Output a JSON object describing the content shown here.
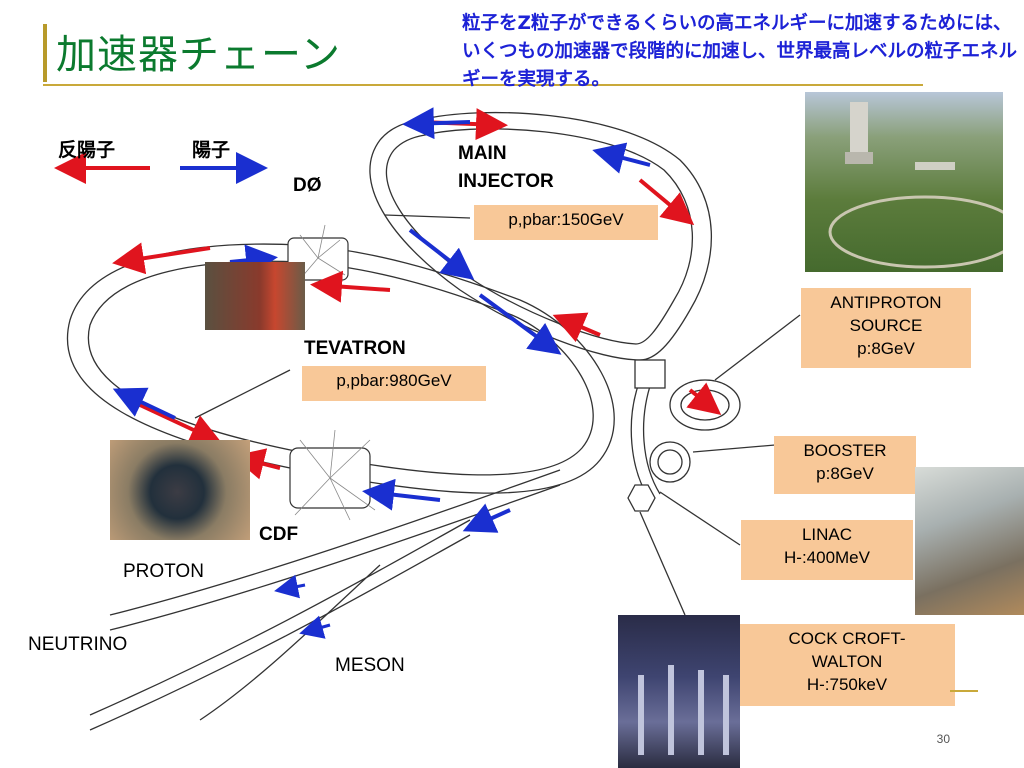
{
  "title": "加速器チェーン",
  "subtitle": "粒子をZ粒子ができるくらいの高エネルギーに加速するためには、いくつもの加速器で段階的に加速し、世界最高レベルの粒子エネルギーを実現する。",
  "legend": {
    "antiproton": "反陽子",
    "proton": "陽子"
  },
  "colors": {
    "antiproton": "#e0141e",
    "proton": "#1a2fd0",
    "title": "#0b7a2e",
    "subtitle": "#1d22d6",
    "box": "#f8c898"
  },
  "labels": {
    "d0": "DØ",
    "main_injector_1": "MAIN",
    "main_injector_2": "INJECTOR",
    "tevatron": "TEVATRON",
    "cdf": "CDF",
    "proton_line": "PROTON",
    "neutrino_line": "NEUTRINO",
    "meson_line": "MESON"
  },
  "boxes": {
    "main_injector_energy": "p,pbar:150GeV",
    "tevatron_energy": "p,pbar:980GeV",
    "antiproton_source": [
      "ANTIPROTON",
      "SOURCE",
      "p:8GeV"
    ],
    "booster": [
      "BOOSTER",
      "p:8GeV"
    ],
    "linac": [
      "LINAC",
      "H-:400MeV"
    ],
    "cockcroft": [
      "COCK CROFT-",
      "WALTON",
      "H-:750keV"
    ]
  },
  "page_number": "30"
}
